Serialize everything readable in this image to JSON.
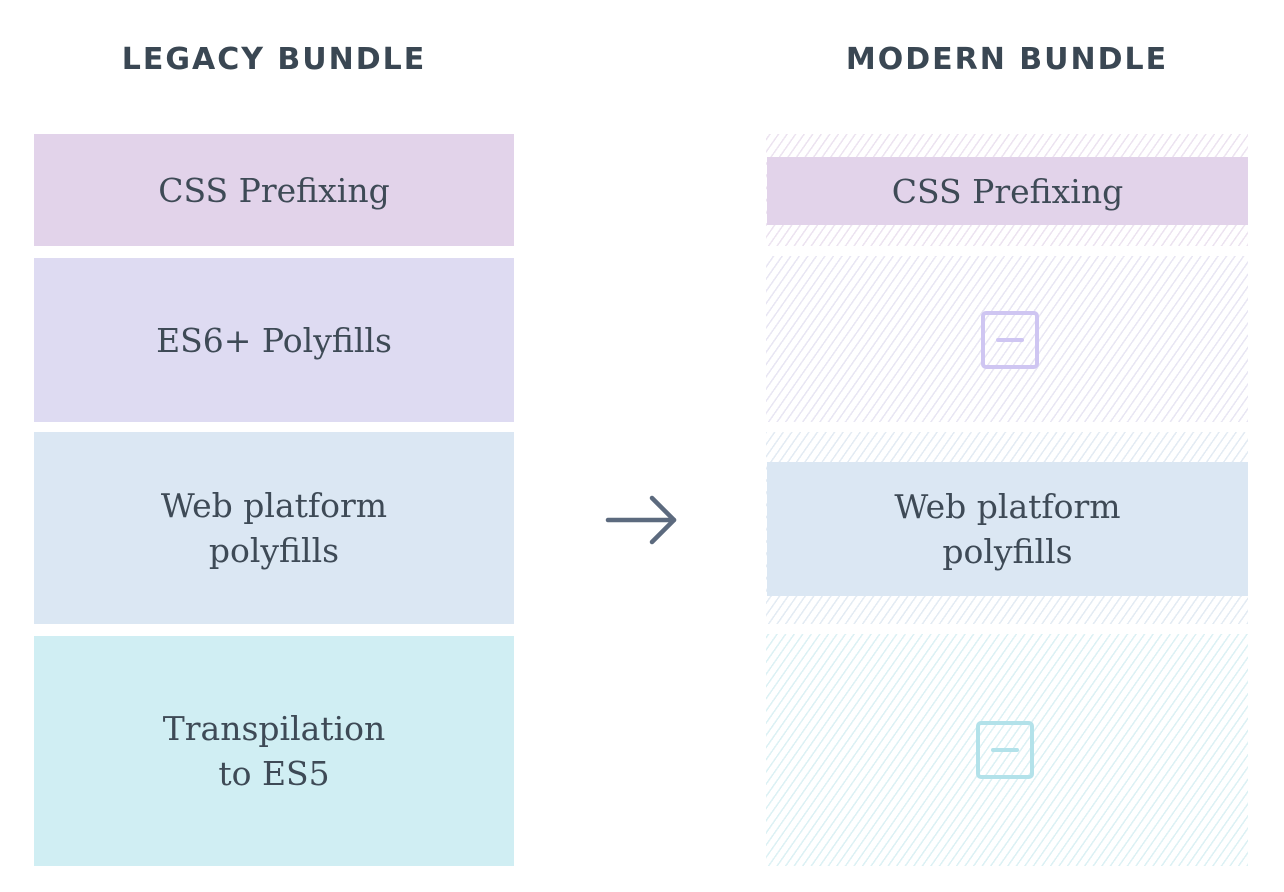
{
  "legacy": {
    "title": "LEGACY BUNDLE",
    "blocks": [
      {
        "label": "CSS Prefixing",
        "color": "#e2d3ea"
      },
      {
        "label": "ES6+ Polyfills",
        "color": "#dedbf2"
      },
      {
        "label": "Web platform\npolyfills",
        "color": "#dbe7f3"
      },
      {
        "label": "Transpilation\nto ES5",
        "color": "#d0eef3"
      }
    ]
  },
  "modern": {
    "title": "MODERN BUNDLE",
    "blocks": [
      {
        "label": "CSS Prefixing",
        "state": "kept",
        "color": "#e2d3ea"
      },
      {
        "state": "removed",
        "icon": "minus-square-icon",
        "color": "#cfc6f2"
      },
      {
        "label": "Web platform\npolyfills",
        "state": "kept",
        "color": "#dbe7f3"
      },
      {
        "state": "removed",
        "icon": "minus-square-icon",
        "color": "#b3e2ea"
      }
    ]
  },
  "arrow": {
    "icon": "arrow-right-icon",
    "color": "#5c6a7e"
  },
  "colors": {
    "title": "#3a4753",
    "text": "#3e4a56"
  }
}
